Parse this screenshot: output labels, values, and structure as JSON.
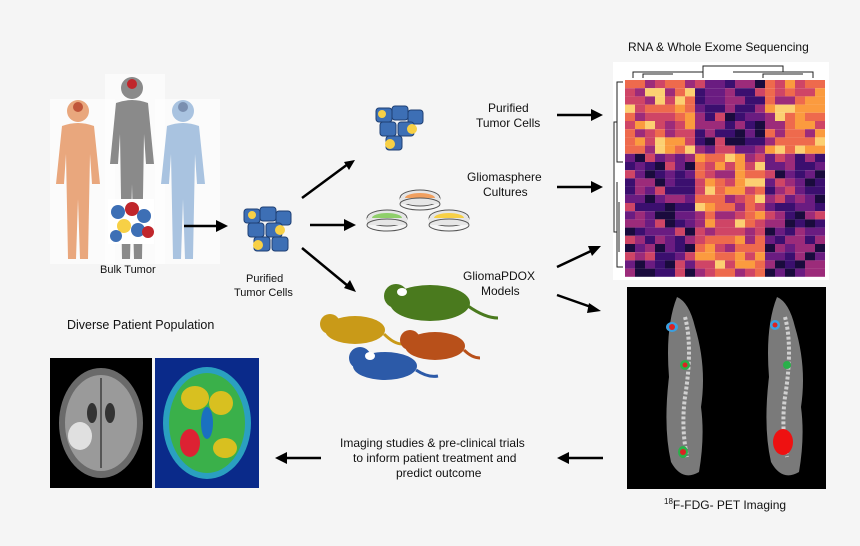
{
  "labels": {
    "bulk_tumor": "Bulk Tumor",
    "purified_cells_center_1": "Purified",
    "purified_cells_center_2": "Tumor Cells",
    "diverse_population": "Diverse Patient Population",
    "purified_cells_top_1": "Purified",
    "purified_cells_top_2": "Tumor Cells",
    "gliomasphere_1": "Gliomasphere",
    "gliomasphere_2": "Cultures",
    "pdox_1": "GliomaPDOX",
    "pdox_2": "Models",
    "sequencing_title": "RNA & Whole Exome Sequencing",
    "pet_sup": "18",
    "pet_rest": "F-FDG- PET Imaging",
    "imaging_1": "Imaging studies & pre-clinical trials",
    "imaging_2": "to inform patient treatment and",
    "imaging_3": "predict outcome"
  },
  "colors": {
    "patient_orange": "#e9a77d",
    "patient_gray": "#8a8a8a",
    "patient_blue": "#a9c3e0",
    "tumor_red": "#c0262b",
    "rat_green": "#4a7a1e",
    "rat_yellow": "#c99a18",
    "rat_orange": "#b8501a",
    "rat_blue": "#2c5aa8",
    "cell_blue": "#3d6fb5",
    "cell_yellow": "#f7d046"
  }
}
